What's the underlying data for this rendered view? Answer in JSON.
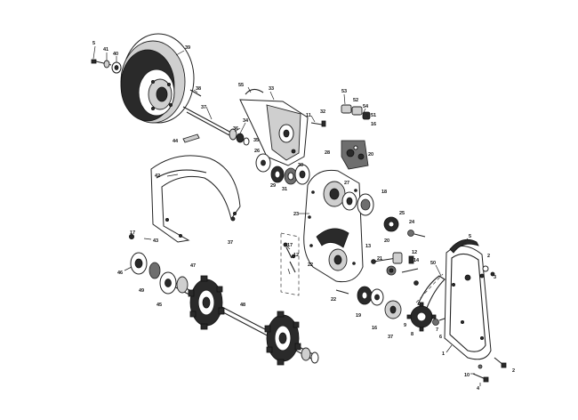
{
  "callouts": {
    "c5a": "5",
    "c41": "41",
    "c40": "40",
    "c39": "39",
    "c38": "38",
    "c37": "37",
    "c55": "55",
    "c33": "33",
    "c36": "36",
    "c34": "34",
    "c35": "35",
    "c44": "44",
    "c11": "11",
    "c32": "32",
    "c53": "53",
    "c52": "52",
    "c54": "54",
    "c51": "51",
    "c16a": "16",
    "c26": "26",
    "c29": "29",
    "c30": "30",
    "c31": "31",
    "c20a": "20",
    "c28": "28",
    "c42": "42",
    "c23": "23",
    "c27": "27",
    "c18": "18",
    "c25": "25",
    "c24": "24",
    "c17a": "17",
    "c43": "43",
    "c37b": "37",
    "c17b": "17",
    "c46": "46",
    "c49": "49",
    "c45": "45",
    "c47": "47",
    "c48": "48",
    "c5b": "5",
    "c2a": "2",
    "c3": "3",
    "c50": "50",
    "c13": "13",
    "c12": "12",
    "c20b": "20",
    "c21": "21",
    "c14": "14",
    "c22a": "22",
    "c12b": "12",
    "c22b": "22",
    "c19": "19",
    "c16b": "16",
    "c37c": "37",
    "c9": "9",
    "c8": "8",
    "c7": "7",
    "c6": "6",
    "c1": "1",
    "c10": "10",
    "c4": "4",
    "c2b": "2"
  }
}
